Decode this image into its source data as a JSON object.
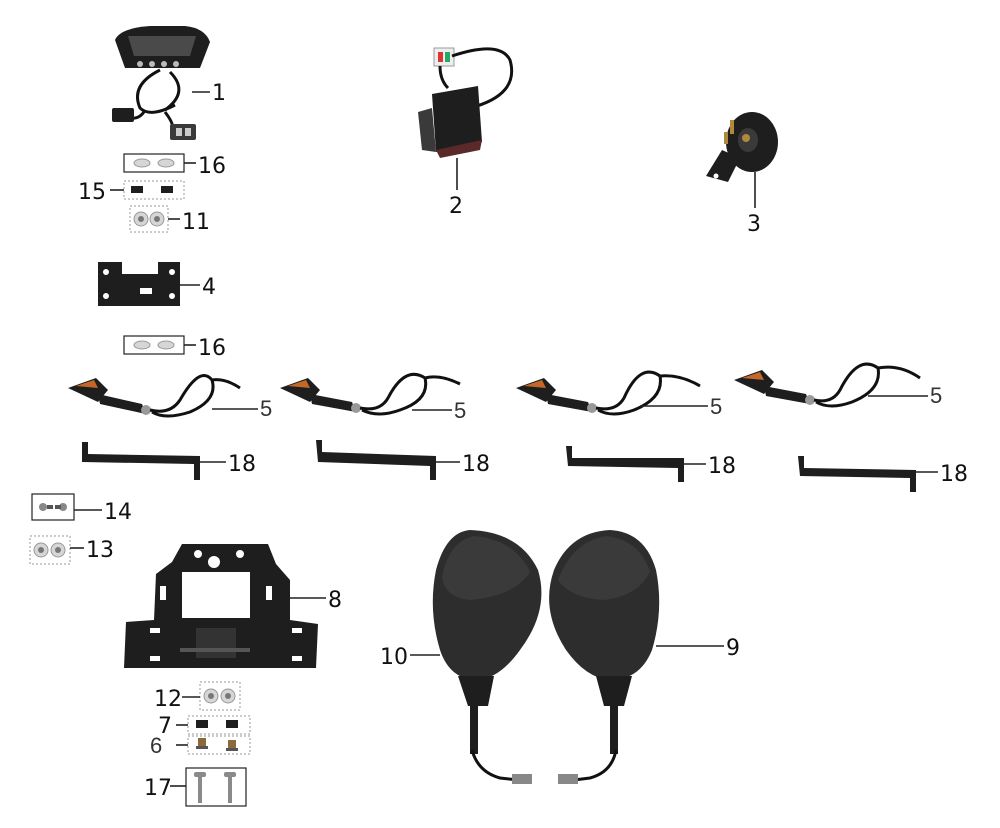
{
  "parts": [
    {
      "id": "speedometer",
      "number": "1"
    },
    {
      "id": "flasher-relay",
      "number": "2"
    },
    {
      "id": "horn",
      "number": "3"
    },
    {
      "id": "speedometer-bracket",
      "number": "4"
    },
    {
      "id": "turn-signal-front-left",
      "number": "5"
    },
    {
      "id": "turn-signal-front-right",
      "number": "5"
    },
    {
      "id": "turn-signal-rear-left",
      "number": "5"
    },
    {
      "id": "turn-signal-rear-right",
      "number": "5"
    },
    {
      "id": "clip-nut-a",
      "number": "6"
    },
    {
      "id": "clip-b",
      "number": "7"
    },
    {
      "id": "license-plate-bracket",
      "number": "8"
    },
    {
      "id": "mirror-right",
      "number": "9"
    },
    {
      "id": "mirror-left",
      "number": "10"
    },
    {
      "id": "nut-a",
      "number": "11"
    },
    {
      "id": "nut-b",
      "number": "12"
    },
    {
      "id": "nut-c",
      "number": "13"
    },
    {
      "id": "screw-a",
      "number": "14"
    },
    {
      "id": "clip-c",
      "number": "15"
    },
    {
      "id": "washer-upper",
      "number": "16"
    },
    {
      "id": "washer-lower",
      "number": "16"
    },
    {
      "id": "bolt",
      "number": "17"
    },
    {
      "id": "signal-bracket-1",
      "number": "18"
    },
    {
      "id": "signal-bracket-2",
      "number": "18"
    },
    {
      "id": "signal-bracket-3",
      "number": "18"
    },
    {
      "id": "signal-bracket-4",
      "number": "18"
    }
  ]
}
